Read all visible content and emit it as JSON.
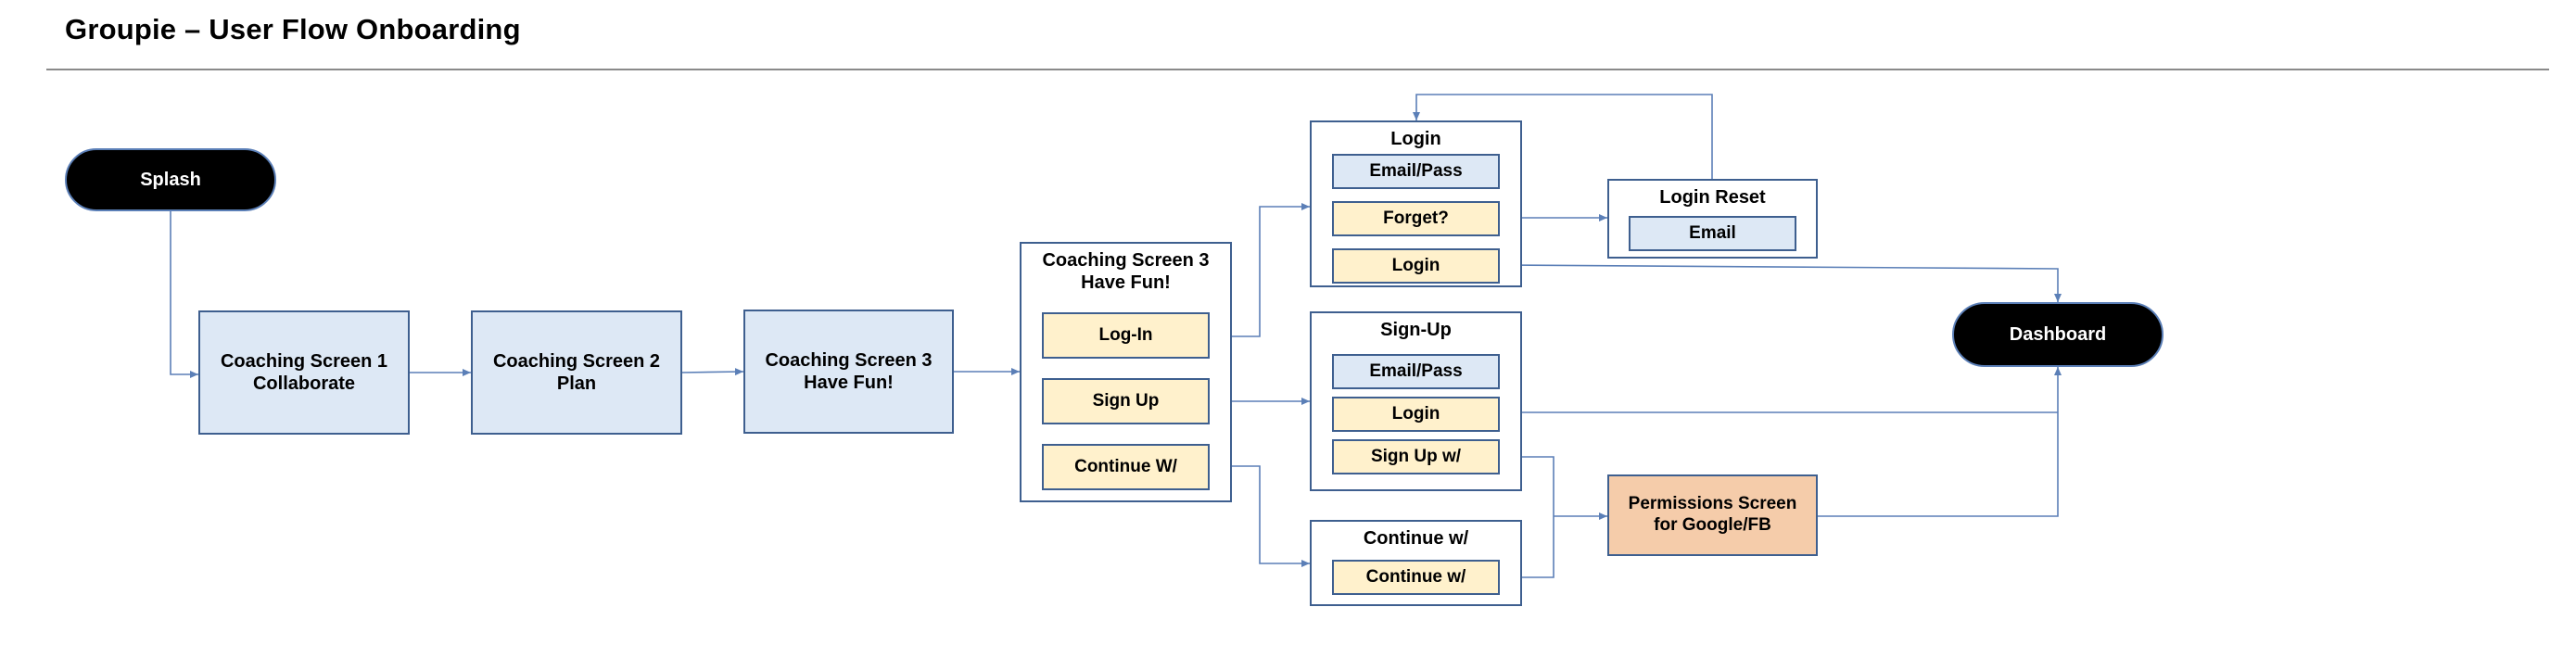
{
  "header": {
    "title": "Groupie – User Flow Onboarding"
  },
  "nodes": {
    "splash": "Splash",
    "coaching1": "Coaching Screen  1\nCollaborate",
    "coaching2": "Coaching Screen  2\nPlan",
    "coaching3": "Coaching Screen 3\nHave Fun!",
    "coaching3_menu": {
      "title": "Coaching Screen 3\nHave Fun!",
      "login": "Log-In",
      "signup": "Sign Up",
      "continue": "Continue W/"
    },
    "login_screen": {
      "title": "Login",
      "email_pass": "Email/Pass",
      "forget": "Forget?",
      "login": "Login"
    },
    "login_reset": {
      "title": "Login Reset",
      "email": "Email"
    },
    "signup_screen": {
      "title": "Sign-Up",
      "email_pass": "Email/Pass",
      "login": "Login",
      "signup_with": "Sign Up w/"
    },
    "continue_screen": {
      "title": "Continue w/",
      "continue_with": "Continue w/"
    },
    "permissions": "Permissions Screen\nfor Google/FB",
    "dashboard": "Dashboard"
  },
  "colors": {
    "pill_fill": "#000000",
    "screen_fill": "#dde8f5",
    "action_fill": "#fff1cc",
    "permissions_fill": "#f5ccaa",
    "border": "#3e5f8f",
    "connector": "#5b7fb7"
  }
}
